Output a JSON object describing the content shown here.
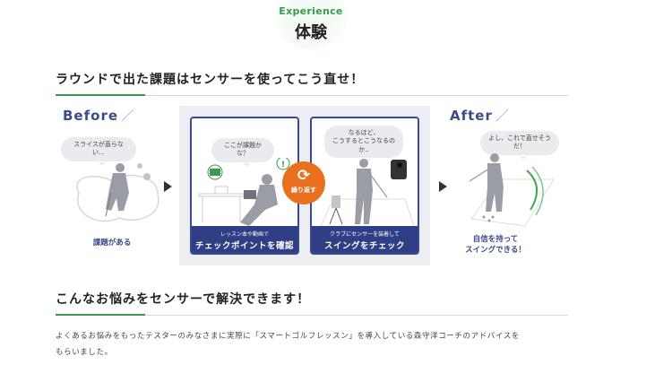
{
  "badge": {
    "en": "Experience",
    "jp": "体験"
  },
  "headings": {
    "round": "ラウンドで出た課題はセンサーを使ってこう直せ！",
    "solve": "こんなお悩みをセンサーで解決できます！"
  },
  "colors": {
    "accent_green": "#3a9a4e",
    "navy": "#2f3f85",
    "orange": "#e8701f",
    "panel_bg": "#eceef3"
  },
  "flow": {
    "before": {
      "label": "Before",
      "slash": "／",
      "bubble": "スライスが直らない…",
      "caption": "課題がある"
    },
    "step1": {
      "bubble": "ここが課題かな？",
      "exclaim": "!",
      "small": "レッスン本や動画で",
      "big": "チェックポイントを確認"
    },
    "repeat": {
      "icon": "⟳",
      "label": "繰り返す"
    },
    "step2": {
      "bubble_line1": "なるほど、",
      "bubble_line2": "こうするとこうなるのか‥",
      "small": "クラブにセンサーを装着して",
      "big": "スイングをチェック"
    },
    "after": {
      "label": "After",
      "slash": "／",
      "bubble": "よし、これで直せそうだ！",
      "caption_line1": "自信を持って",
      "caption_line2": "スイングできる！"
    }
  },
  "intro": {
    "line1": "よくあるお悩みをもったテスターのみなさまに実際に「スマートゴルフレッスン」を導入している森守洋コーチのアドバイスを",
    "line2": "もらいました。"
  }
}
